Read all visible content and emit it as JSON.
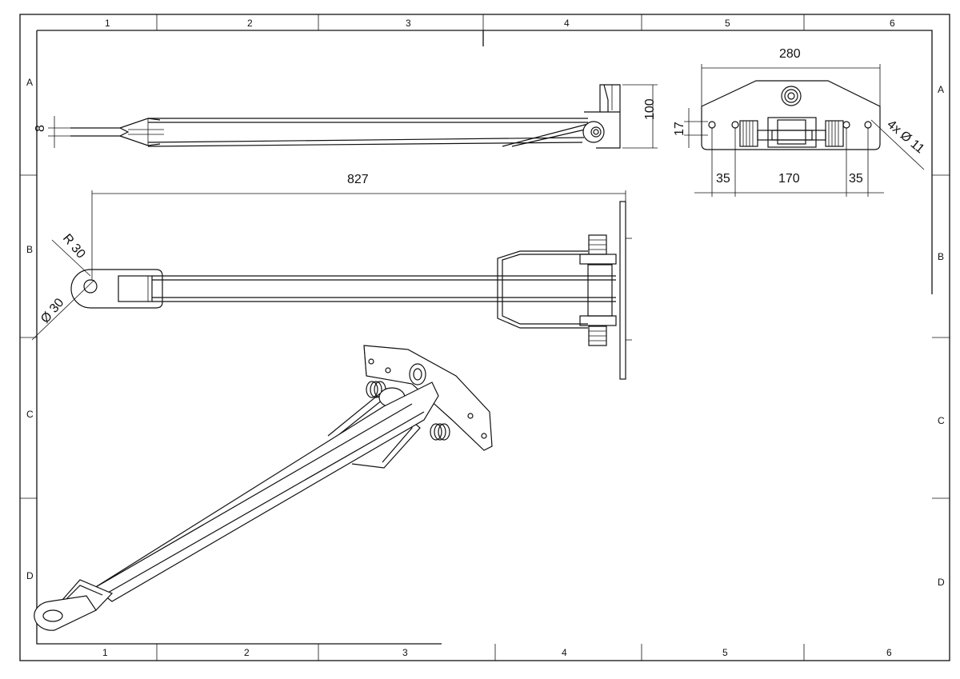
{
  "zones": {
    "columns": [
      "1",
      "2",
      "3",
      "4",
      "5",
      "6"
    ],
    "rows": [
      "A",
      "B",
      "C",
      "D"
    ]
  },
  "dimensions": {
    "thickness": "8",
    "height_side": "100",
    "width_plate": "280",
    "hole_offset": "17",
    "hole_pattern": "4x Ø 11",
    "edge_left": "35",
    "spacing": "170",
    "edge_right": "35",
    "arm_length": "827",
    "eye_radius": "R 30",
    "eye_diameter": "Ø 30"
  },
  "colors": {
    "line": "#111111",
    "background": "#ffffff"
  }
}
